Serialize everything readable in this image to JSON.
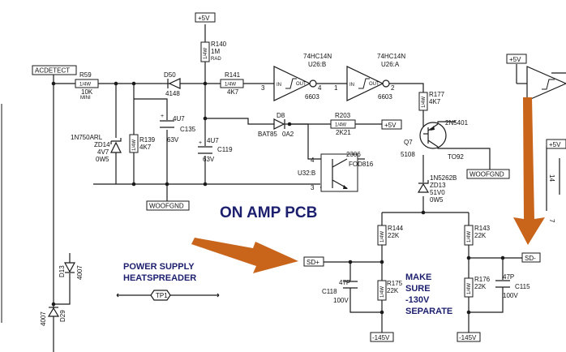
{
  "labels": {
    "acdetect": "ACDETECT",
    "v5_top": "+5V",
    "v5_right": "+5V",
    "v5_mid": "+5V",
    "woofgnd_1": "WOOFGND",
    "woofgnd_2": "WOOFGND",
    "sd_plus": "SD+",
    "sd_minus": "SD-",
    "v145_left": "-145V",
    "v145_right": "-145V",
    "tp1": "TP1"
  },
  "components": {
    "r59": {
      "ref": "R59",
      "rating": "1/4W",
      "value": "10K",
      "note": "MINI"
    },
    "d50": {
      "ref": "D50",
      "value": "4148"
    },
    "r140": {
      "ref": "R140",
      "rating": "1/4W",
      "value": "1M",
      "note": "RAD"
    },
    "r141": {
      "ref": "R141",
      "rating": "1/4W",
      "value": "4K7"
    },
    "u26b": {
      "part": "74HC14N",
      "ref": "U26:B",
      "pin_in": "3",
      "pin_out": "4",
      "code": "6603"
    },
    "u26a": {
      "part": "74HC14N",
      "ref": "U26:A",
      "pin_in": "1",
      "pin_out": "2",
      "code": "6603"
    },
    "r177": {
      "ref": "R177",
      "rating": "1/4W",
      "value": "4K7"
    },
    "c135": {
      "ref": "C135",
      "value": "4U7",
      "voltage": "63V"
    },
    "c119": {
      "ref": "C119",
      "value": "4U7",
      "voltage": "63V"
    },
    "r139": {
      "ref": "R139",
      "rating": "1/4W",
      "value": "4K7"
    },
    "zd14": {
      "part": "1N750ARL",
      "ref": "ZD14",
      "value": "4V7",
      "power": "0W5"
    },
    "d8": {
      "ref": "D8",
      "part": "BAT85",
      "code": "0A2"
    },
    "r203": {
      "ref": "R203",
      "rating": "1/4W",
      "value": "2K21"
    },
    "u32b": {
      "code": "2306",
      "part": "FOD816",
      "ref": "U32:B",
      "pin_a": "4",
      "pin_b": "3"
    },
    "q7": {
      "ref": "Q7",
      "part": "2N5401",
      "code": "5108",
      "pkg": "TO92"
    },
    "zd13": {
      "part": "1N5262B",
      "ref": "ZD13",
      "value": "51V0",
      "power": "0W5"
    },
    "r144": {
      "ref": "R144",
      "rating": "1/4W",
      "value": "22K"
    },
    "r143": {
      "ref": "R143",
      "rating": "1/4W",
      "value": "22K"
    },
    "r175": {
      "ref": "R175",
      "rating": "1/4W",
      "value": "22K"
    },
    "r176": {
      "ref": "R176",
      "rating": "1/4W",
      "value": "22K"
    },
    "c118": {
      "ref": "C118",
      "value": "47P",
      "voltage": "100V"
    },
    "c115": {
      "ref": "C115",
      "value": "47P",
      "voltage": "100V"
    },
    "d13": {
      "ref": "D13",
      "value": "4007"
    },
    "d29": {
      "ref": "D29",
      "value": "4007"
    },
    "right_fragment": {
      "pin_a": "14",
      "pin_b": "7"
    }
  },
  "annotations": {
    "on_amp_pcb": "ON AMP PCB",
    "heatspreader_line1": "POWER SUPPLY",
    "heatspreader_line2": "HEATSPREADER",
    "make_sure": [
      "MAKE",
      "SURE",
      "-130V",
      "SEPARATE"
    ]
  },
  "colors": {
    "annotation": "#1c1e6e",
    "arrow": "#c8651b",
    "wire": "#1a1a1a"
  }
}
